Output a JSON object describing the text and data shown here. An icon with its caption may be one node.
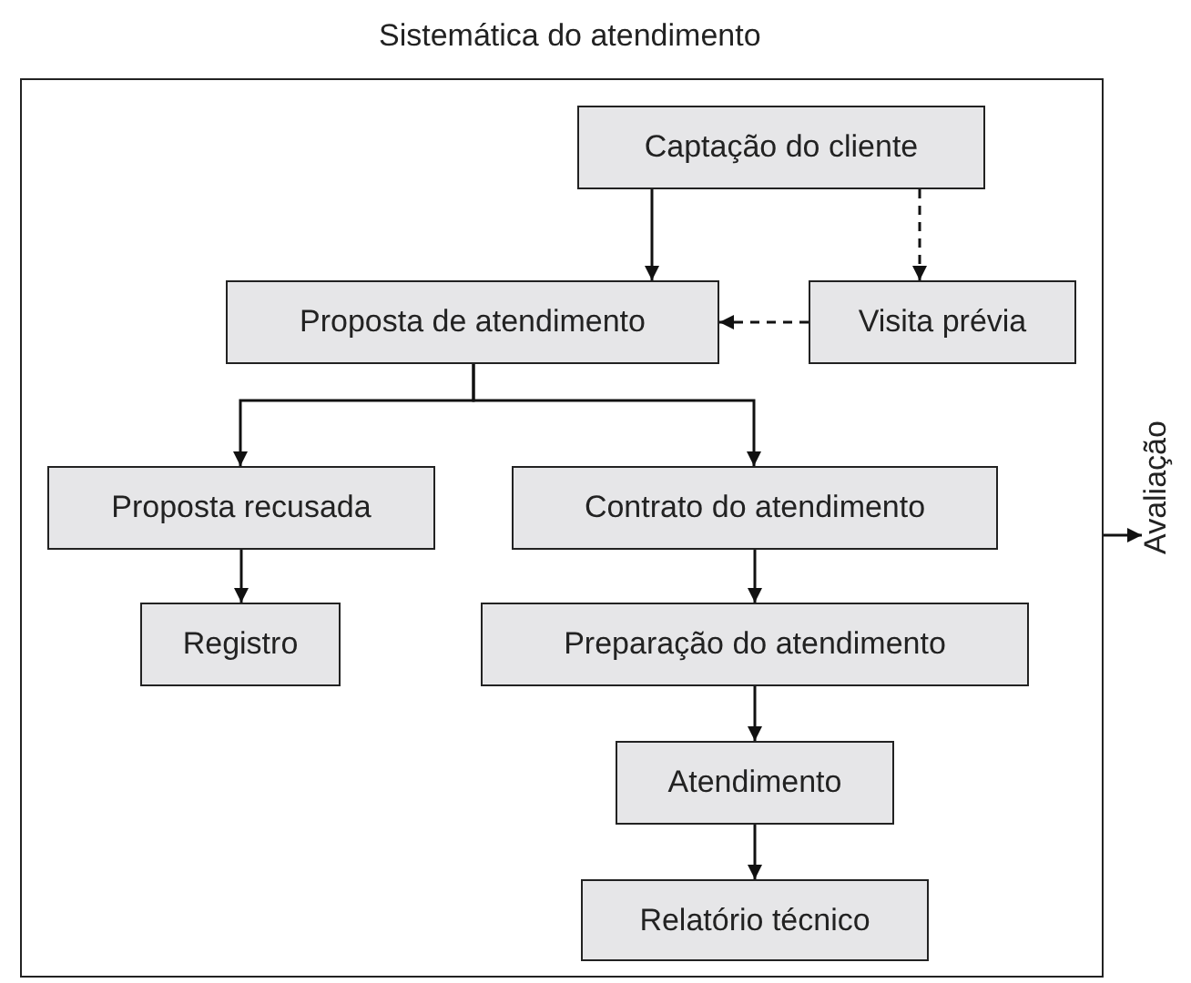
{
  "diagram": {
    "nodes": [
      {
        "text": [
          "Sistemática do atendimento"
        ]
      },
      {
        "text": [
          "Captação do cliente"
        ],
        "in": 0
      },
      {
        "text": [
          "Proposta de atendimento"
        ],
        "in": 0
      },
      {
        "text": [
          "Visita prévia"
        ],
        "in": 0
      },
      {
        "text": [
          "Proposta recusada"
        ],
        "in": 0
      },
      {
        "text": [
          "Contrato do atendimento"
        ],
        "in": 0
      },
      {
        "text": [
          "Registro"
        ],
        "in": 0
      },
      {
        "text": [
          "Preparação do atendimento"
        ],
        "in": 0
      },
      {
        "text": [
          "Atendimento"
        ],
        "in": 0
      },
      {
        "text": [
          "Relatório técnico"
        ],
        "in": 0
      },
      {
        "text": [
          "Avaliação"
        ]
      }
    ],
    "edges": [
      {
        "from": 1,
        "to": 2,
        "arrow": "to"
      },
      {
        "from": 1,
        "to": 3,
        "arrow": "to",
        "style": "dashed"
      },
      {
        "from": 3,
        "to": 2,
        "arrow": "to",
        "style": "dashed"
      },
      {
        "from": 2,
        "to": 4,
        "arrow": "to"
      },
      {
        "from": 2,
        "to": 5,
        "arrow": "to"
      },
      {
        "from": 4,
        "to": 6,
        "arrow": "to"
      },
      {
        "from": 5,
        "to": 7,
        "arrow": "to"
      },
      {
        "from": 7,
        "to": 8,
        "arrow": "to"
      },
      {
        "from": 8,
        "to": 9,
        "arrow": "to"
      },
      {
        "from": 0,
        "to": 10,
        "arrow": "to"
      }
    ]
  }
}
